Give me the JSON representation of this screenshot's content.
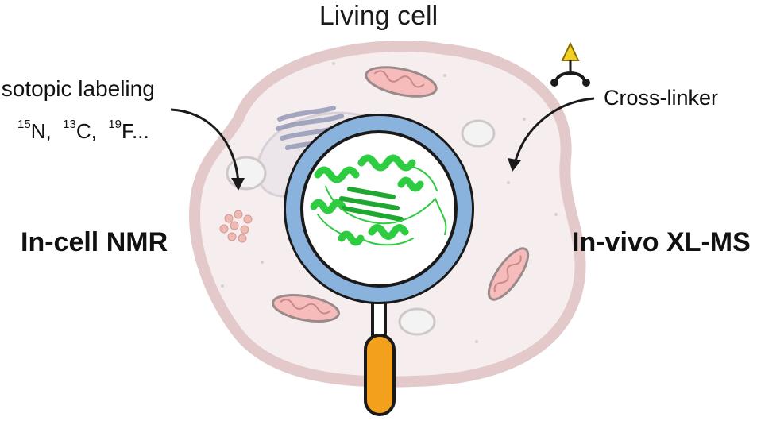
{
  "title": "Living cell",
  "left": {
    "caption": "Isotopic labeling",
    "isotopes": [
      {
        "mass": "15",
        "symbol": "N",
        "sep": ", "
      },
      {
        "mass": "13",
        "symbol": "C",
        "sep": ", "
      },
      {
        "mass": "19",
        "symbol": "F",
        "sep": "..."
      }
    ],
    "method": "In-cell NMR"
  },
  "right": {
    "caption": "Cross-linker",
    "method": "In-vivo XL-MS"
  },
  "colors": {
    "cell_outline": "#e3c9c9",
    "cell_fill": "#f6eeee",
    "lens_ring": "#89b3dd",
    "lens_border": "#1a1a1a",
    "handle": "#f3a01d",
    "protein": "#2ecc40",
    "crosslinker_tip": "#f0d020",
    "mitochondria": "#f6bcbc"
  }
}
